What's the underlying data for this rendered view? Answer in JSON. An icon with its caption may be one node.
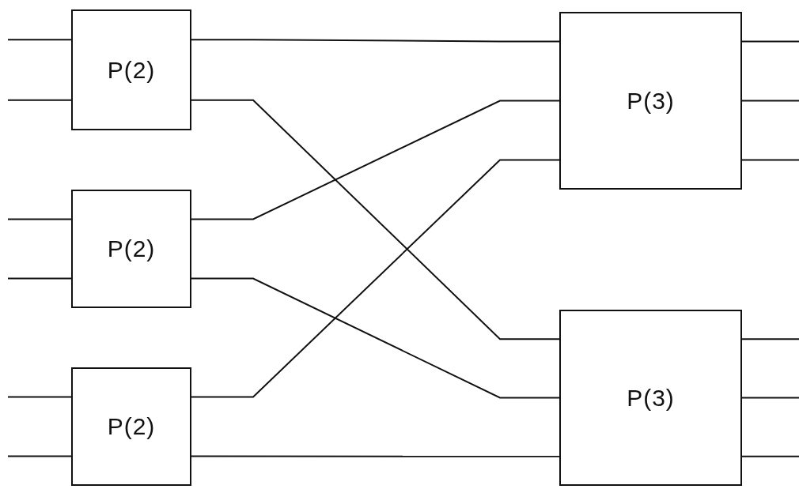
{
  "diagram": {
    "nodes": [
      {
        "text": [
          "P(2)"
        ]
      },
      {
        "text": [
          "P(2)"
        ]
      },
      {
        "text": [
          "P(2)"
        ]
      },
      {
        "text": [
          "P(3)"
        ]
      },
      {
        "text": [
          "P(3)"
        ]
      }
    ],
    "edges": [
      {
        "from": null,
        "to": 0,
        "arrow": "none"
      },
      {
        "from": null,
        "to": 0,
        "arrow": "none"
      },
      {
        "from": null,
        "to": 1,
        "arrow": "none"
      },
      {
        "from": null,
        "to": 1,
        "arrow": "none"
      },
      {
        "from": null,
        "to": 2,
        "arrow": "none"
      },
      {
        "from": null,
        "to": 2,
        "arrow": "none"
      },
      {
        "from": 0,
        "to": 3,
        "arrow": "none"
      },
      {
        "from": 0,
        "to": 4,
        "arrow": "none"
      },
      {
        "from": 1,
        "to": 3,
        "arrow": "none"
      },
      {
        "from": 1,
        "to": 4,
        "arrow": "none"
      },
      {
        "from": 2,
        "to": 3,
        "arrow": "none"
      },
      {
        "from": 2,
        "to": 4,
        "arrow": "none"
      },
      {
        "from": 3,
        "to": null,
        "arrow": "none"
      },
      {
        "from": 3,
        "to": null,
        "arrow": "none"
      },
      {
        "from": 3,
        "to": null,
        "arrow": "none"
      },
      {
        "from": 4,
        "to": null,
        "arrow": "none"
      },
      {
        "from": 4,
        "to": null,
        "arrow": "none"
      },
      {
        "from": 4,
        "to": null,
        "arrow": "none"
      }
    ]
  }
}
